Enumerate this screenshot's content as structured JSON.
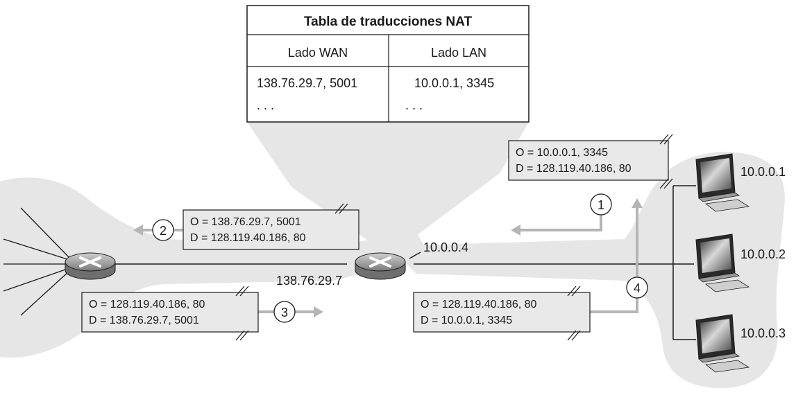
{
  "nat_table": {
    "title": "Tabla de traducciones NAT",
    "col_wan": "Lado WAN",
    "col_lan": "Lado LAN",
    "row_wan": "138.76.29.7, 5001",
    "row_lan": "10.0.0.1, 3345",
    "ellipsis_wan": ". . .",
    "ellipsis_lan": ". . ."
  },
  "router": {
    "inner_ip": "10.0.0.4",
    "outer_ip": "138.76.29.7"
  },
  "hosts": [
    {
      "ip": "10.0.0.1"
    },
    {
      "ip": "10.0.0.2"
    },
    {
      "ip": "10.0.0.3"
    }
  ],
  "packets": [
    {
      "step": "1",
      "src": "O = 10.0.0.1, 3345",
      "dst": "D = 128.119.40.186, 80"
    },
    {
      "step": "2",
      "src": "O = 138.76.29.7, 5001",
      "dst": "D = 128.119.40.186, 80"
    },
    {
      "step": "3",
      "src": "O = 128.119.40.186, 80",
      "dst": "D = 138.76.29.7, 5001"
    },
    {
      "step": "4",
      "src": "O = 128.119.40.186, 80",
      "dst": "D = 10.0.0.1, 3345"
    }
  ],
  "colors": {
    "shade": "#e6e6e6",
    "box": "#e9e9e9",
    "arrow": "#b5b5b5",
    "line": "#1a1a1a"
  }
}
